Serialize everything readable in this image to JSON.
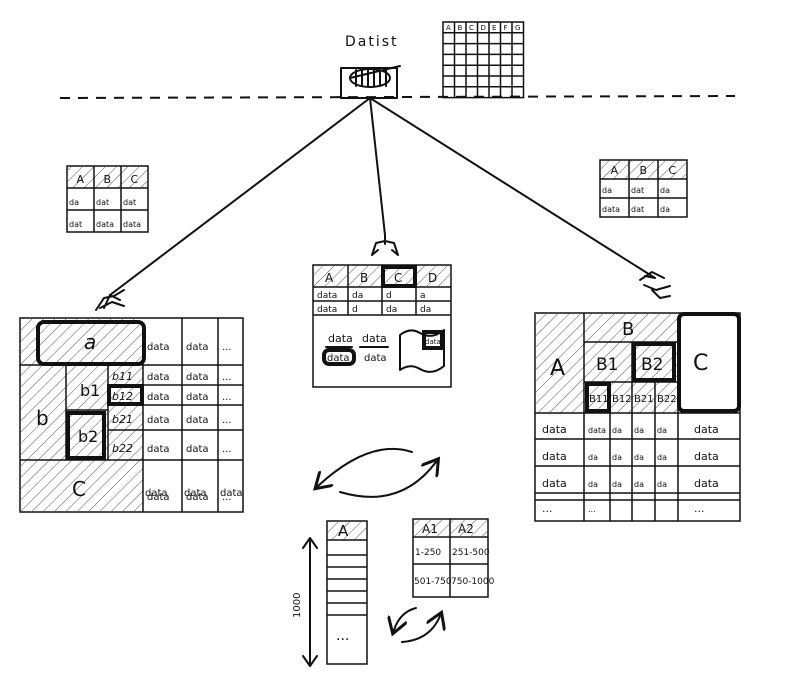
{
  "top": {
    "title": "Datist",
    "sheet_headers": [
      "A",
      "B",
      "C",
      "D",
      "E",
      "F",
      "G"
    ]
  },
  "small_left": {
    "headers": [
      "A",
      "B",
      "C"
    ],
    "rows": [
      [
        "da",
        "dat",
        "dat"
      ],
      [
        "dat",
        "data",
        "data"
      ]
    ]
  },
  "small_right": {
    "headers": [
      "A",
      "B",
      "C"
    ],
    "rows": [
      [
        "da",
        "dat",
        "da"
      ],
      [
        "data",
        "dat",
        "da"
      ]
    ]
  },
  "left_table": {
    "a": "a",
    "b": "b",
    "b1": "b1",
    "b2": "b2",
    "c": "C",
    "sub": [
      "b11",
      "b12",
      "b21",
      "b22"
    ],
    "cells": [
      [
        "data",
        "data",
        "..."
      ],
      [
        "data",
        "data",
        "..."
      ],
      [
        "data",
        "data",
        "..."
      ],
      [
        "data",
        "data",
        "..."
      ],
      [
        "data",
        "data",
        "..."
      ],
      [
        "data",
        "data",
        "..."
      ],
      [
        "data",
        "data",
        "data"
      ]
    ]
  },
  "center_table": {
    "headers": [
      "A",
      "B",
      "C",
      "D"
    ],
    "row1": [
      "data",
      "da",
      "d",
      "a"
    ],
    "row2": [
      "data",
      "d",
      "da",
      "da"
    ],
    "pair1": [
      "data",
      "data"
    ],
    "pair2": [
      "data",
      "data"
    ],
    "icon": "data"
  },
  "right_table": {
    "a": "A",
    "b": "B",
    "c": "C",
    "b1": "B1",
    "b2": "B2",
    "sub": [
      "B11",
      "B12",
      "B21",
      "B22"
    ],
    "rows": [
      [
        "data",
        "data",
        "da",
        "da",
        "da",
        "data"
      ],
      [
        "data",
        "da",
        "da",
        "da",
        "da",
        "data"
      ],
      [
        "data",
        "da",
        "da",
        "da",
        "da",
        "data"
      ],
      [
        "...",
        "...",
        "",
        "",
        "",
        "..."
      ]
    ]
  },
  "bottom_column": {
    "header": "A",
    "side_label": "1000",
    "dots": "..."
  },
  "bottom_split": {
    "headers": [
      "A1",
      "A2"
    ],
    "rows": [
      [
        "1-250",
        "251-500"
      ],
      [
        "501-750",
        "750-1000"
      ]
    ]
  }
}
